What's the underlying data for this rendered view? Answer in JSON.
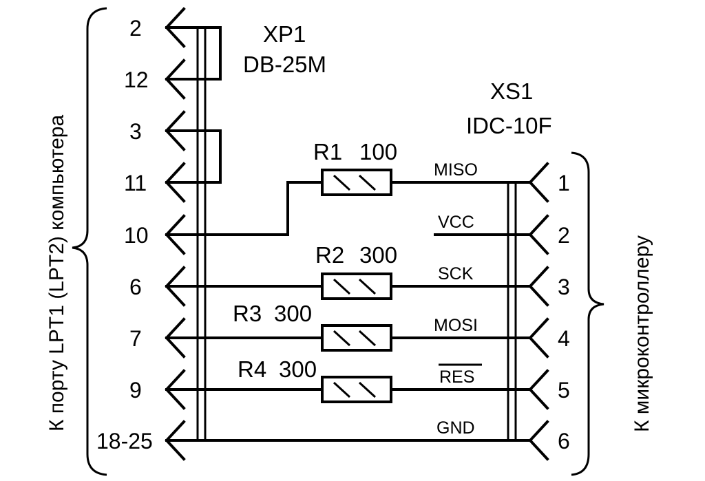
{
  "left_connector": {
    "ref": "XP1",
    "type": "DB-25M",
    "pins": [
      "2",
      "12",
      "3",
      "11",
      "10",
      "6",
      "7",
      "9",
      "18-25"
    ],
    "side_label": "К порту LPT1 (LPT2) компьютера"
  },
  "right_connector": {
    "ref": "XS1",
    "type": "IDC-10F",
    "pins": [
      "1",
      "2",
      "3",
      "4",
      "5",
      "6"
    ],
    "side_label": "К микроконтроллеру"
  },
  "signals": [
    "MISO",
    "VCC",
    "SCK",
    "MOSI",
    "RES",
    "GND"
  ],
  "resistors": [
    {
      "ref": "R1",
      "value": "100"
    },
    {
      "ref": "R2",
      "value": "300"
    },
    {
      "ref": "R3",
      "value": "300"
    },
    {
      "ref": "R4",
      "value": "300"
    }
  ]
}
